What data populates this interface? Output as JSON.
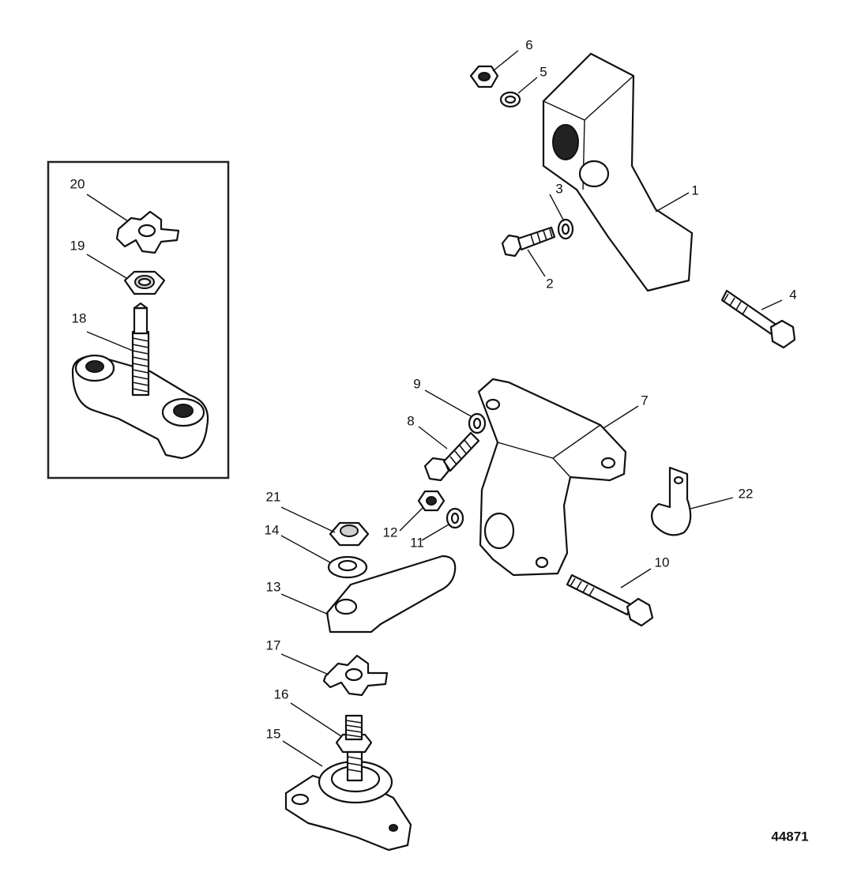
{
  "callouts": [
    "1",
    "2",
    "3",
    "4",
    "5",
    "6",
    "7",
    "8",
    "9",
    "10",
    "11",
    "12",
    "13",
    "14",
    "15",
    "16",
    "17",
    "18",
    "19",
    "20",
    "21",
    "22"
  ],
  "figure_number": "44871"
}
